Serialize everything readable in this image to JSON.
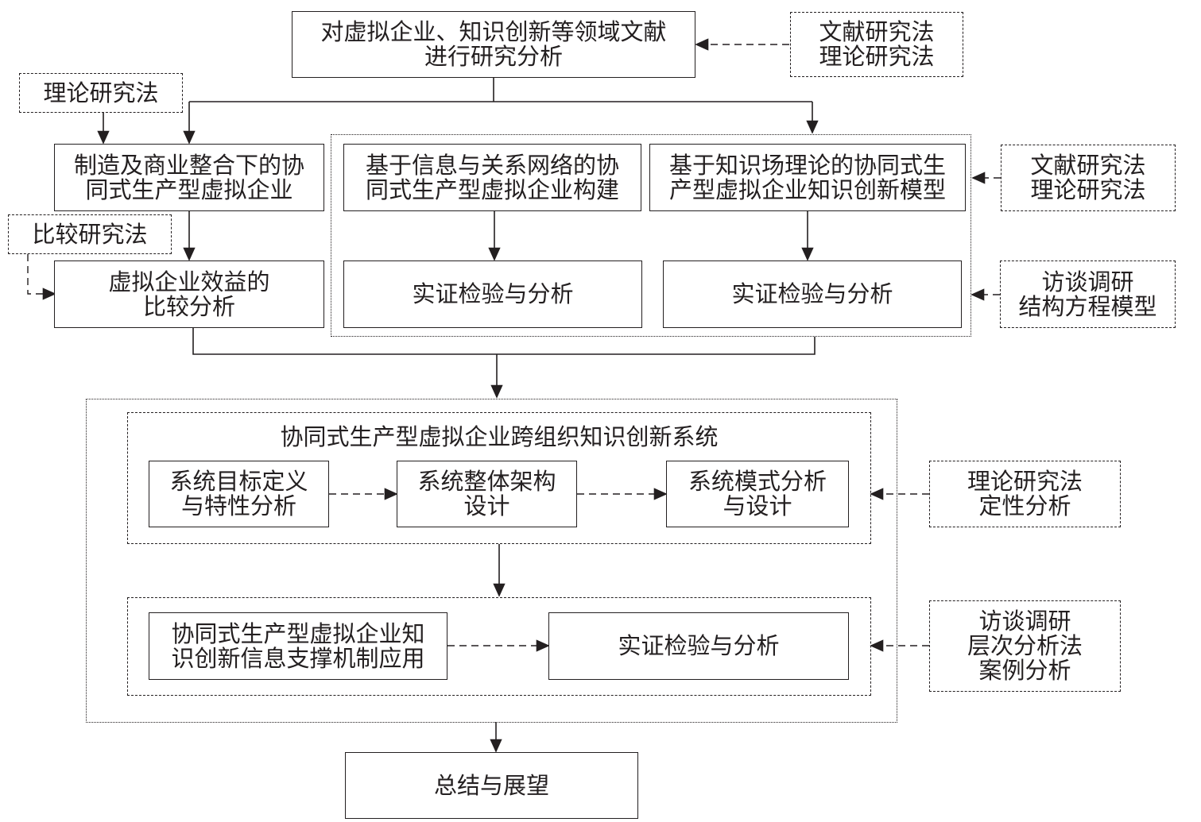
{
  "top": {
    "survey": [
      "对虚拟企业、知识创新等领域文献",
      "进行研究分析"
    ],
    "survey_methods": [
      "文献研究法",
      "理论研究法"
    ]
  },
  "left": {
    "method_theory": [
      "理论研究法"
    ],
    "manufacturing": [
      "制造及商业整合下的协",
      "同式生产型虚拟企业"
    ],
    "method_compare": [
      "比较研究法"
    ],
    "benefit": [
      "虚拟企业效益的",
      "比较分析"
    ]
  },
  "middle": {
    "construct": [
      "基于信息与关系网络的协",
      "同式生产型虚拟企业构建"
    ],
    "model": [
      "基于知识场理论的协同式生",
      "产型虚拟企业知识创新模型"
    ],
    "verify_left": [
      "实证检验与分析"
    ],
    "verify_right": [
      "实证检验与分析"
    ],
    "model_methods": [
      "文献研究法",
      "理论研究法"
    ],
    "verify_methods": [
      "访谈调研",
      "结构方程模型"
    ]
  },
  "system": {
    "title": "协同式生产型虚拟企业跨组织知识创新系统",
    "goal": [
      "系统目标定义",
      "与特性分析"
    ],
    "architecture": [
      "系统整体架构",
      "设计"
    ],
    "pattern": [
      "系统模式分析",
      "与设计"
    ],
    "methods": [
      "理论研究法",
      "定性分析"
    ]
  },
  "application": {
    "support": [
      "协同式生产型虚拟企业知",
      "识创新信息支撑机制应用"
    ],
    "verify": [
      "实证检验与分析"
    ],
    "methods": [
      "访谈调研",
      "层次分析法",
      "案例分析"
    ]
  },
  "bottom": {
    "summary": [
      "总结与展望"
    ]
  }
}
